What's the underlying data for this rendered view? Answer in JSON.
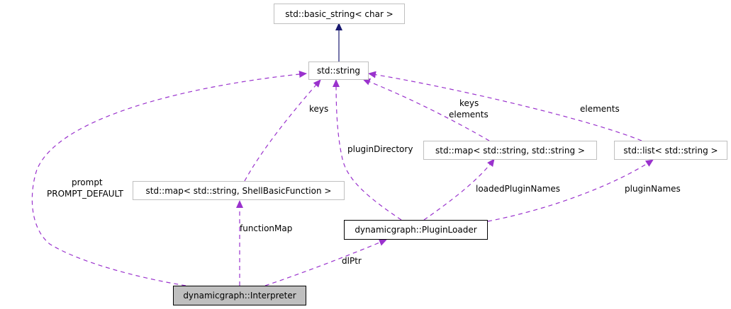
{
  "nodes": {
    "basic_string": "std::basic_string< char >",
    "string": "std::string",
    "map_string_string": "std::map< std::string, std::string >",
    "list_string": "std::list< std::string >",
    "map_shell_function": "std::map< std::string, ShellBasicFunction >",
    "plugin_loader": "dynamicgraph::PluginLoader",
    "interpreter": "dynamicgraph::Interpreter"
  },
  "edge_labels": {
    "keys_shell": "keys",
    "keys_map": "keys",
    "elements_map": "elements",
    "elements_list": "elements",
    "plugin_directory": "pluginDirectory",
    "prompt": "prompt",
    "prompt_default": "PROMPT_DEFAULT",
    "function_map": "functionMap",
    "loaded_plugin_names": "loadedPluginNames",
    "plugin_names": "pluginNames",
    "dl_ptr": "dlPtr"
  },
  "colors": {
    "inheritance_edge": "#191970",
    "usage_edge": "#9a32cd",
    "focus_fill": "#bfbfbf",
    "muted_border": "#bfbfbf"
  }
}
